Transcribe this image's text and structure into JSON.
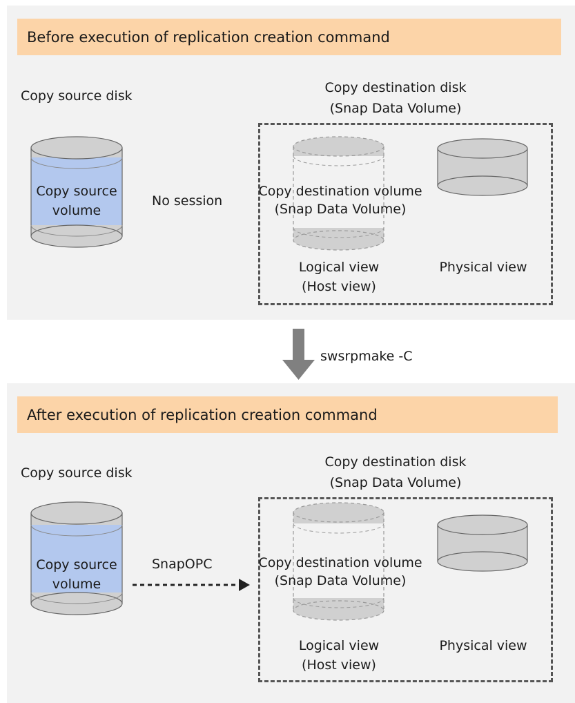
{
  "before": {
    "banner": "Before execution of replication creation command",
    "source_disk": "Copy source disk",
    "source_volume_line1": "Copy source",
    "source_volume_line2": "volume",
    "relation": "No session",
    "dest_disk_line1": "Copy destination disk",
    "dest_disk_line2": "(Snap Data Volume)",
    "dest_volume_line1": "Copy destination volume",
    "dest_volume_line2": "(Snap Data Volume)",
    "logical_line1": "Logical view",
    "logical_line2": "(Host view)",
    "physical": "Physical view"
  },
  "command": "swsrpmake -C",
  "after": {
    "banner": "After execution of replication creation command",
    "source_disk": "Copy source disk",
    "source_volume_line1": "Copy source",
    "source_volume_line2": "volume",
    "relation": "SnapOPC",
    "dest_disk_line1": "Copy destination disk",
    "dest_disk_line2": "(Snap Data Volume)",
    "dest_volume_line1": "Copy destination volume",
    "dest_volume_line2": "(Snap Data Volume)",
    "logical_line1": "Logical view",
    "logical_line2": "(Host view)",
    "physical": "Physical view"
  },
  "colors": {
    "panel": "#f2f2f2",
    "banner": "#fcd4a8",
    "volume_blue": "#b3c8ee",
    "cylinder_gray": "#d0d0d0",
    "arrow_gray": "#808080"
  }
}
